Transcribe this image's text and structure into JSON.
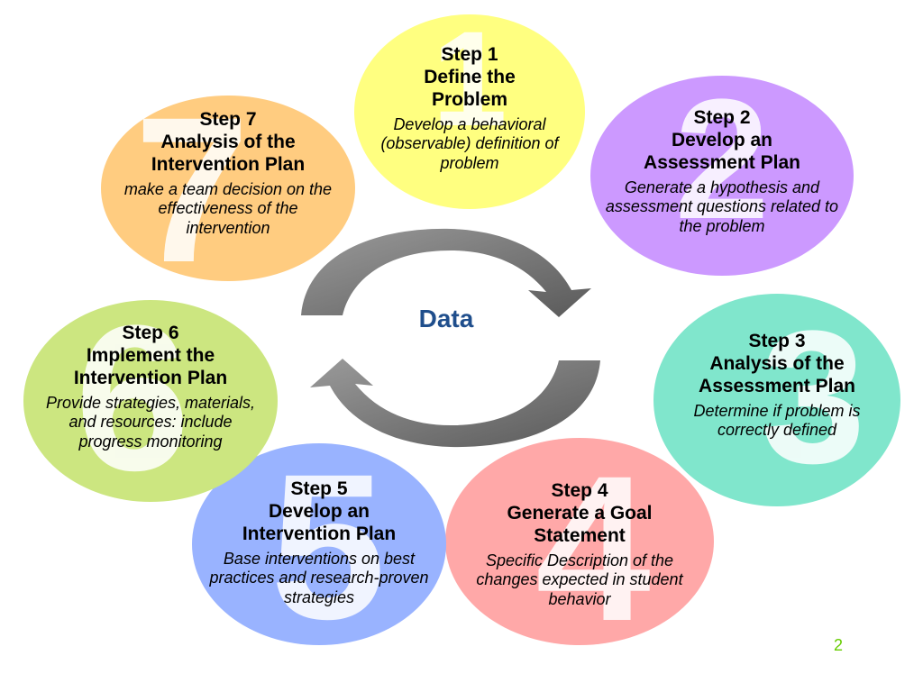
{
  "center": {
    "label": "Data"
  },
  "page_number": "2",
  "colors": {
    "step1": "#ffff80",
    "step2": "#cc99ff",
    "step3": "#80e6cc",
    "step4": "#ffa8a8",
    "step5": "#99b3ff",
    "step6": "#cce680",
    "step7": "#ffcc80",
    "center_label": "#1f4e8c",
    "page_number": "#66cc00",
    "arrows": "#707070"
  },
  "steps": [
    {
      "number": "1",
      "label": "Step 1",
      "title": "Define the Problem",
      "description": "Develop a behavioral (observable) definition of problem"
    },
    {
      "number": "2",
      "label": "Step 2",
      "title": "Develop an Assessment Plan",
      "description": "Generate a hypothesis and assessment questions related to the problem"
    },
    {
      "number": "3",
      "label": "Step 3",
      "title": "Analysis of the Assessment Plan",
      "description": "Determine if problem is correctly defined"
    },
    {
      "number": "4",
      "label": "Step 4",
      "title": "Generate a Goal Statement",
      "description": "Specific Description of the changes expected in student behavior"
    },
    {
      "number": "5",
      "label": "Step 5",
      "title": "Develop an Intervention Plan",
      "description": "Base interventions on best practices and research-proven strategies"
    },
    {
      "number": "6",
      "label": "Step 6",
      "title": "Implement the Intervention Plan",
      "description": "Provide strategies, materials, and resources: include progress monitoring"
    },
    {
      "number": "7",
      "label": "Step 7",
      "title": "Analysis of the Intervention Plan",
      "description": "make a team decision on the effectiveness of the intervention"
    }
  ]
}
